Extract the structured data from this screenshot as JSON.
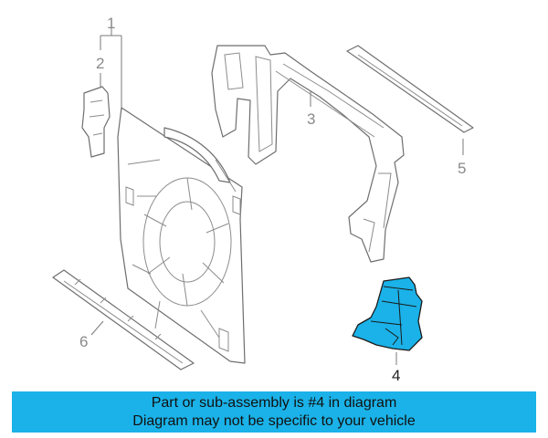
{
  "callouts": {
    "c1": "1",
    "c2": "2",
    "c3": "3",
    "c4": "4",
    "c5": "5",
    "c6": "6"
  },
  "banner": {
    "line1": "Part or sub-assembly is #4 in diagram",
    "line2": "Diagram may not be specific to your vehicle"
  },
  "colors": {
    "highlight": "#1ab2e8",
    "banner_bg": "#1ab2e8",
    "line_art": "#6e6e6e"
  }
}
